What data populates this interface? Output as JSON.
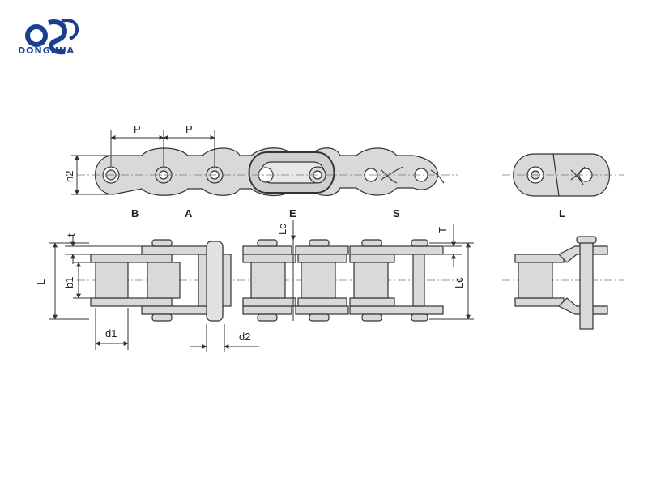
{
  "brand": {
    "name": "DONGHUA",
    "color": "#1a3f8f"
  },
  "colors": {
    "part_fill": "#d9d9d9",
    "outline": "#333333"
  },
  "dimensions": {
    "pitch": "P",
    "plate_height": "h2",
    "overall_width": "L",
    "inner_width": "b1",
    "roller_diameter": "d1",
    "pin_diameter": "d2",
    "plate_thickness": "t",
    "offset_plate_thickness": "T",
    "connector_length_left": "Lc",
    "connector_length_right": "Lc"
  },
  "sections": {
    "b": "B",
    "a": "A",
    "e": "E",
    "s": "S",
    "l": "L"
  }
}
